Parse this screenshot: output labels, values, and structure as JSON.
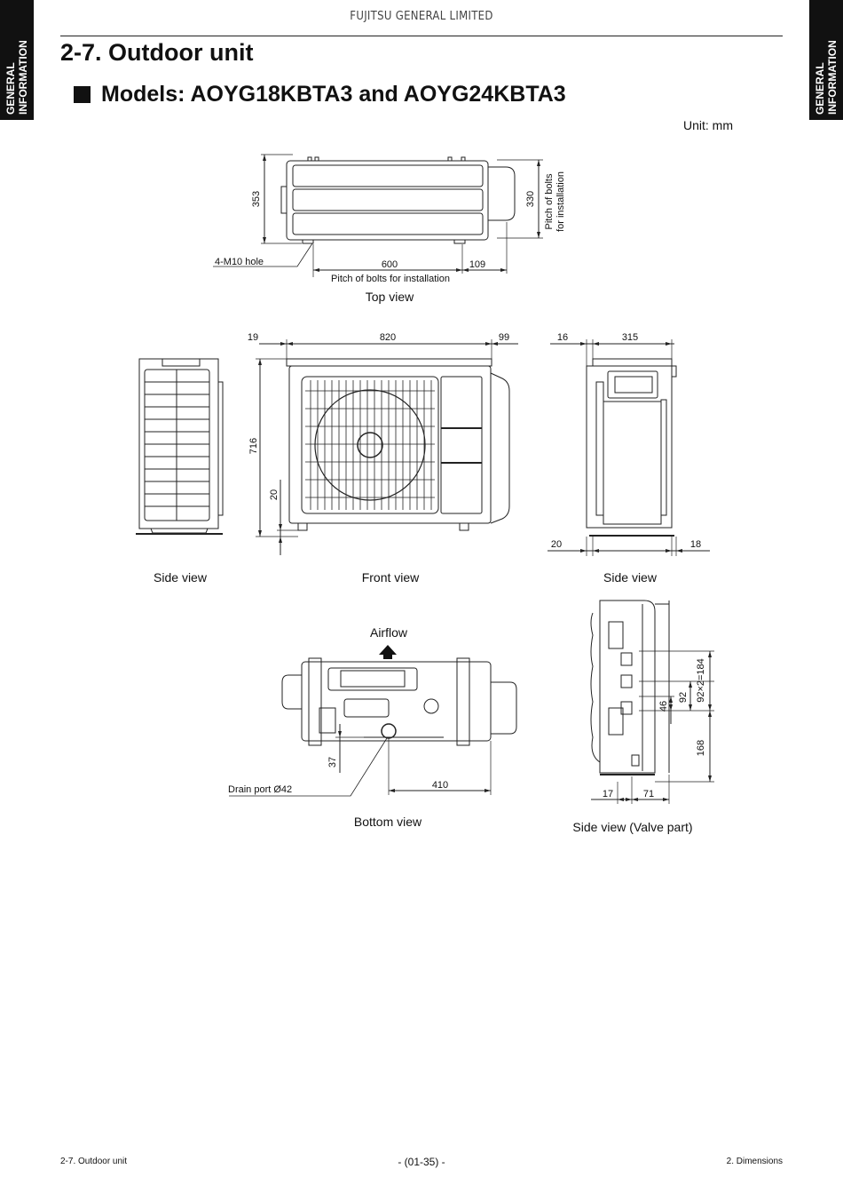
{
  "header": {
    "company": "FUJITSU GENERAL LIMITED"
  },
  "side_tabs": {
    "left": "GENERAL\nINFORMATION",
    "right": "GENERAL\nINFORMATION"
  },
  "section_title": "2-7. Outdoor unit",
  "model_title": "Models: AOYG18KBTA3 and AOYG24KBTA3",
  "unit_label": "Unit: mm",
  "views": {
    "top": {
      "caption": "Top view",
      "dim_depth": "353",
      "dim_pitch_v": "330",
      "pitch_v_label_1": "Pitch of bolts",
      "pitch_v_label_2": "for installation",
      "hole_label": "4-M10 hole",
      "dim_pitch_h": "600",
      "dim_offset": "109",
      "pitch_h_label": "Pitch of bolts for installation"
    },
    "front": {
      "caption": "Front view",
      "dim_left": "19",
      "dim_width": "820",
      "dim_right": "99",
      "dim_height": "716",
      "dim_base": "20"
    },
    "side_left": {
      "caption": "Side view"
    },
    "side_right": {
      "caption": "Side view",
      "dim_top_left": "16",
      "dim_top": "315",
      "dim_bottom_left": "20",
      "dim_bottom_right": "18"
    },
    "bottom": {
      "caption": "Bottom view",
      "airflow": "Airflow",
      "drain_label": "Drain port Ø42",
      "dim_offset": "37",
      "dim_width": "410"
    },
    "valve": {
      "caption": "Side view (Valve part)",
      "dim_184": "92×2=184",
      "dim_92": "92",
      "dim_46": "46",
      "dim_168": "168",
      "dim_17": "17",
      "dim_71": "71"
    }
  },
  "footer": {
    "left": "2-7. Outdoor unit",
    "center": "- (01-35) -",
    "right": "2. Dimensions"
  }
}
